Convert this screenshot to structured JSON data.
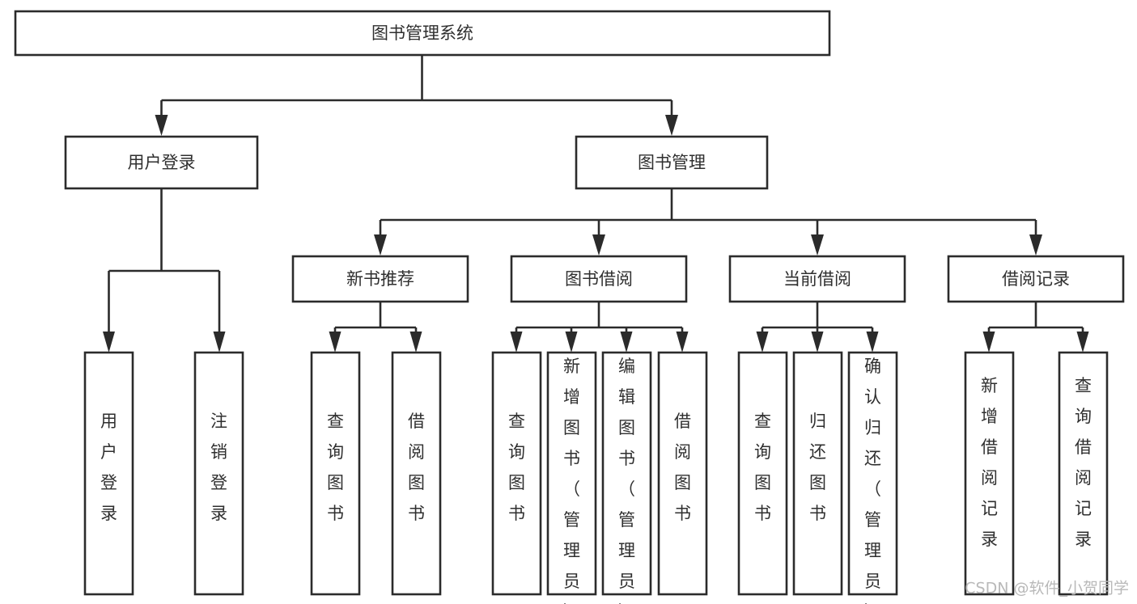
{
  "diagram": {
    "type": "tree-flowchart",
    "title": "图书管理系统",
    "background_color": "#ffffff",
    "line_color": "#2b2b2b",
    "text_color": "#2f2f2f",
    "levels": {
      "root": {
        "label": "图书管理系统"
      },
      "level2": [
        {
          "label": "用户登录"
        },
        {
          "label": "图书管理"
        }
      ],
      "level3": [
        {
          "label": "新书推荐"
        },
        {
          "label": "图书借阅"
        },
        {
          "label": "当前借阅"
        },
        {
          "label": "借阅记录"
        }
      ],
      "leaves": {
        "user_login": [
          {
            "label": "用户登录"
          },
          {
            "label": "注销登录"
          }
        ],
        "new_book_recommend": [
          {
            "label": "查询图书"
          },
          {
            "label": "借阅图书"
          }
        ],
        "book_borrow": [
          {
            "label": "查询图书"
          },
          {
            "label": "新增图书（管理员）"
          },
          {
            "label": "编辑图书（管理员）"
          },
          {
            "label": "借阅图书"
          }
        ],
        "current_borrow": [
          {
            "label": "查询图书"
          },
          {
            "label": "归还图书"
          },
          {
            "label": "确认归还（管理员）"
          }
        ],
        "borrow_record": [
          {
            "label": "新增借阅记录"
          },
          {
            "label": "查询借阅记录"
          }
        ]
      }
    }
  },
  "watermark": {
    "text": "CSDN @软件_小贺同学"
  }
}
